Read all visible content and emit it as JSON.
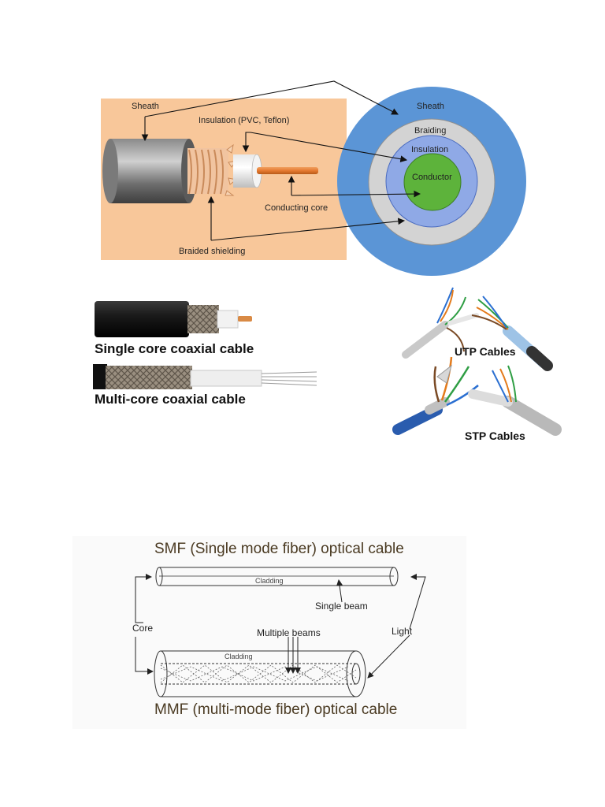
{
  "coax_diagram": {
    "labels": {
      "sheath": "Sheath",
      "insulation": "Insulation (PVC, Teflon)",
      "conducting_core": "Conducting core",
      "braided_shielding": "Braided shielding"
    },
    "cross_section": {
      "sheath": "Sheath",
      "braiding": "Braiding",
      "insulation": "Insulation",
      "conductor": "Conductor"
    },
    "colors": {
      "panel_bg": "#f8c79a",
      "sheath": "#5b95d6",
      "braiding": "#d3d3d3",
      "insulation": "#8fa9e6",
      "conductor": "#5db33b"
    }
  },
  "cable_photos": {
    "single_core": "Single core coaxial cable",
    "multi_core": "Multi-core coaxial cable",
    "utp": "UTP Cables",
    "stp": "STP Cables"
  },
  "fiber_diagram": {
    "smf_title": "SMF (Single mode fiber) optical cable",
    "mmf_title": "MMF (multi-mode fiber) optical cable",
    "cladding_top": "Cladding",
    "cladding_bottom": "Cladding",
    "single_beam": "Single beam",
    "multiple_beams": "Multiple beams",
    "core": "Core",
    "light": "Light"
  }
}
